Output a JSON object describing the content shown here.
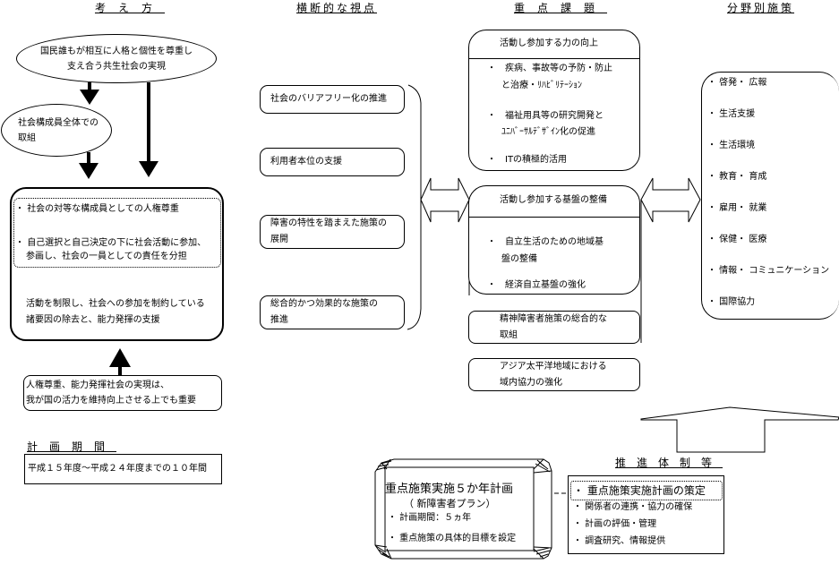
{
  "headers": {
    "philosophy": "考え方",
    "cross_cutting": "横断的な視点",
    "priority_issues": "重点課題",
    "field_measures": "分野別施策",
    "plan_period": "計画期間",
    "promotion": "推進体制等"
  },
  "philosophy": {
    "goal_line1": "国民誰もが相互に人格と個性を尊重し",
    "goal_line2": "支え合う共生社会の実現",
    "all_members_line1": "社会構成員全体での",
    "all_members_line2": "取組",
    "main_box": {
      "bullet1": "社会の対等な構成員としての人権尊重",
      "bullet2_line1": "自己選択と自己決定の下に社会活動に参加、",
      "bullet2_line2": "参画し、社会の一員としての責任を分担",
      "support_line1": "活動を制限し、社会への参加を制約している",
      "support_line2": "諸要因の除去と、能力発揮の支援"
    },
    "importance_line1": "人権尊重、能力発揮社会の実現は、",
    "importance_line2": "我が国の活力を維持向上させる上でも重要"
  },
  "plan_period": {
    "text": "平成１５年度〜平成２４年度までの１０年間"
  },
  "cross_cutting": {
    "items": [
      {
        "line1": "社会のバリアフリー化の推進",
        "line2": ""
      },
      {
        "line1": "利用者本位の支援",
        "line2": ""
      },
      {
        "line1": "障害の特性を踏まえた施策の",
        "line2": "展開"
      },
      {
        "line1": "総合的かつ効果的な施策の",
        "line2": "推進"
      }
    ]
  },
  "priority_issues": {
    "ability": {
      "title": "活動し参加する力の向上",
      "items": [
        {
          "line1": "・　疾病、事故等の予防・防止",
          "line2": "と治療・ﾘﾊﾋﾞﾘﾃｰｼｮﾝ"
        },
        {
          "line1": "・　福祉用具等の研究開発と",
          "line2": "ﾕﾆﾊﾞｰｻﾙﾃﾞｻﾞｲﾝ化の促進"
        },
        {
          "line1": "・　ITの積極的活用",
          "line2": ""
        }
      ]
    },
    "foundation": {
      "title": "活動し参加する基盤の整備",
      "items": [
        {
          "line1": "・　自立生活のための地域基",
          "line2": "盤の整備"
        },
        {
          "line1": "・　経済自立基盤の強化",
          "line2": ""
        }
      ]
    },
    "mental": {
      "line1": "精神障害者施策の総合的な",
      "line2": "取組"
    },
    "asia": {
      "line1": "アジア太平洋地域における",
      "line2": "域内協力の強化"
    }
  },
  "field_measures": {
    "items": [
      "・ 啓発・ 広報",
      "・ 生活支援",
      "・ 生活環境",
      "・ 教育・ 育成",
      "・ 雇用・ 就業",
      "・ 保健・ 医療",
      "・ 情報・ コミュニケーション",
      "・ 国際協力"
    ]
  },
  "five_year_plan": {
    "title": "重点施策実施５か年計画",
    "subtitle": "（ 新障害者プラン）",
    "bullet1": "・ 計画期間：５ヵ年",
    "bullet2": "・ 重点施策の具体的目標を設定"
  },
  "promotion": {
    "highlight": "・ 重点施策実施計画の策定",
    "items": [
      "・ 関係者の連携・協力の確保",
      "・ 計画の評価・管理",
      "・ 調査研究、情報提供"
    ]
  }
}
